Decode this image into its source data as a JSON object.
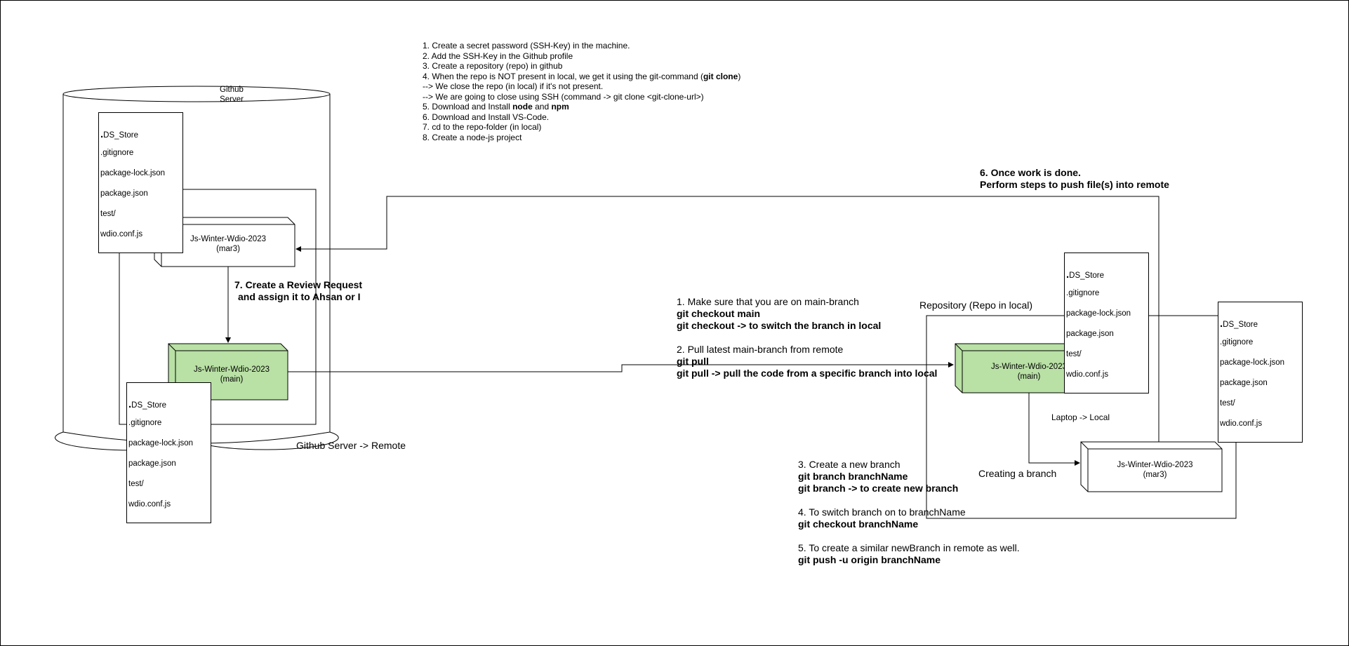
{
  "server": {
    "cylinder_label": [
      "Github",
      "Server"
    ],
    "caption": "Github Server -> Remote"
  },
  "local": {
    "repo_label": "Repository (Repo in local)",
    "laptop_label": "Laptop -> Local",
    "creating_branch_label": "Creating a branch"
  },
  "file_list": [
    ".DS_Store",
    ".gitignore",
    "package-lock.json",
    "package.json",
    "test/",
    "wdio.conf.js"
  ],
  "branches": {
    "remote_mar3": [
      "Js-Winter-Wdio-2023",
      "(mar3)"
    ],
    "remote_main": [
      "Js-Winter-Wdio-2023",
      "(main)"
    ],
    "local_main": [
      "Js-Winter-Wdio-2023",
      "(main)"
    ],
    "local_mar3": [
      "Js-Winter-Wdio-2023",
      "(mar3)"
    ]
  },
  "intro_steps": [
    "1. Create a secret password (SSH-Key) in the machine.",
    "2. Add the SSH-Key in the Github profile",
    "3. Create a repository (repo) in github",
    "4. When the repo is NOT present in local, we get it using the git-command (",
    "git clone",
    ")",
    "--> We close the repo (in local) if it's not present.",
    "--> We are going to close using SSH (command -> git clone <git-clone-url>)",
    "5. Download and Install ",
    "node",
    " and ",
    "npm",
    "6. Download and Install VS-Code.",
    "7. cd to the repo-folder (in local)",
    "8. Create a node-js project"
  ],
  "step1": [
    "1. Make sure that you are on main-branch",
    "git checkout main",
    "git checkout -> to switch the branch in local"
  ],
  "step2": [
    "2. Pull latest main-branch from remote",
    "git pull",
    "git pull -> pull the code from a specific branch into local"
  ],
  "step3": [
    "3. Create a new branch",
    "git branch branchName",
    "git branch -> to create new branch"
  ],
  "step4": [
    "4. To switch branch on to branchName",
    "git checkout branchName"
  ],
  "step5": [
    "5. To create a similar newBranch in remote as well.",
    "git push -u origin branchName"
  ],
  "step6": [
    "6. Once work is done.",
    "Perform steps to push file(s) into remote"
  ],
  "step7": [
    "7. Create a Review Request",
    "and assign it to Ahsan or I"
  ],
  "colors": {
    "green_fill": "#b9e0a5",
    "stroke": "#000000",
    "white": "#ffffff"
  }
}
